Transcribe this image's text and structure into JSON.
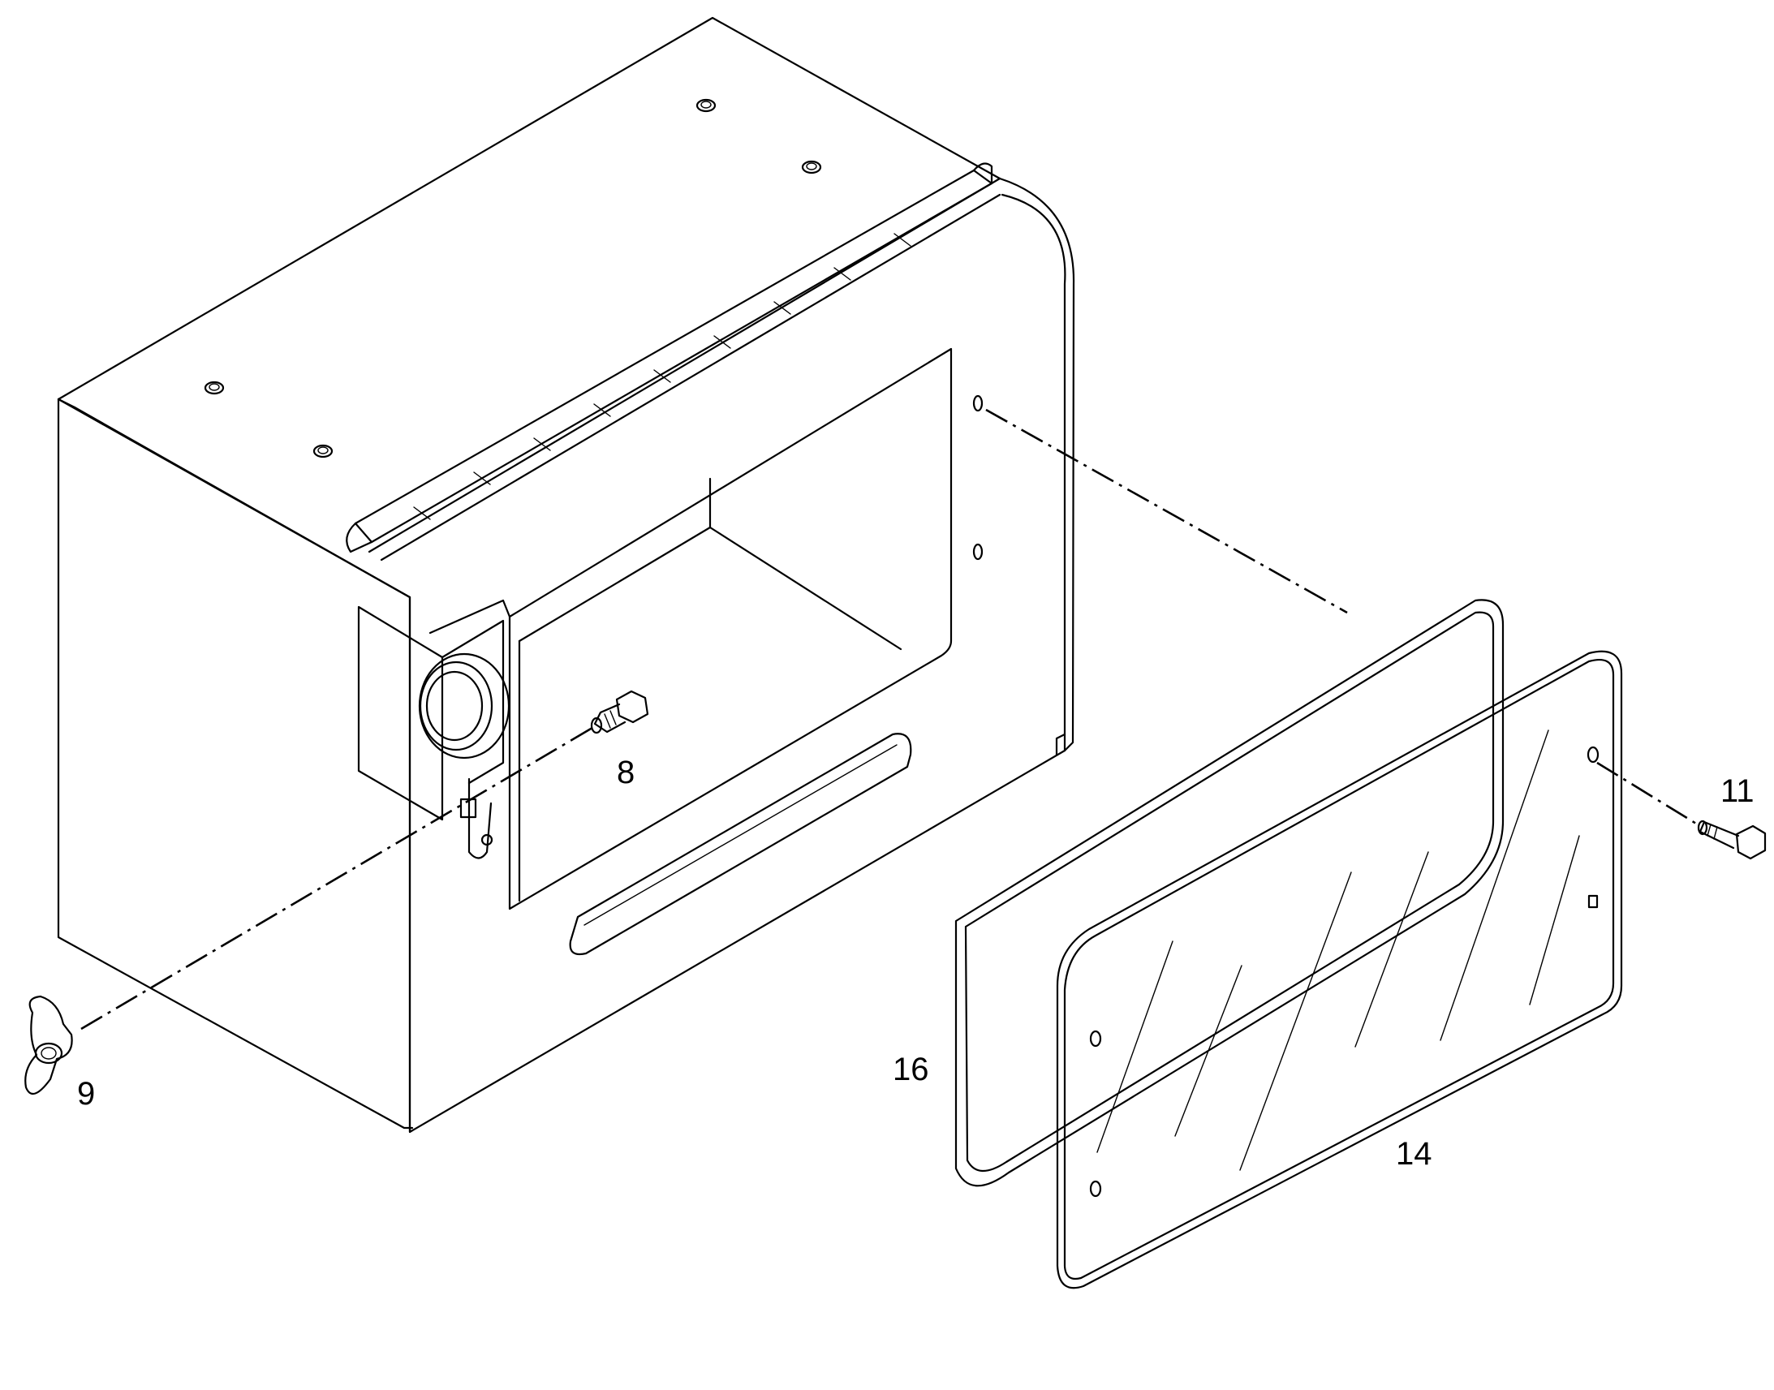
{
  "callouts": {
    "wing_nut": "9",
    "hex_bolt_small": "8",
    "hex_bolt_right": "11",
    "gasket": "16",
    "glass_window": "14"
  }
}
